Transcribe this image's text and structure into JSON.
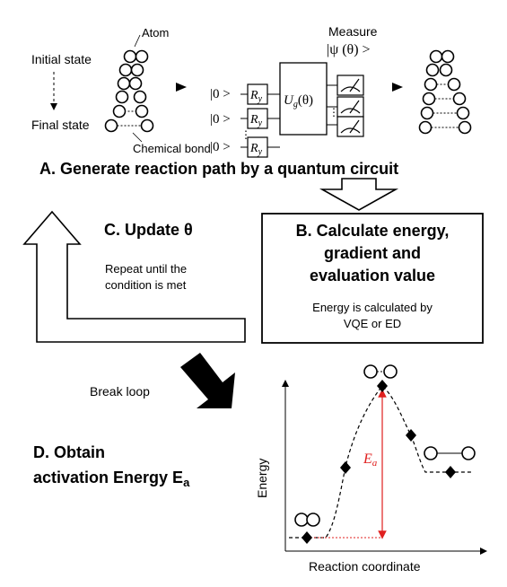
{
  "circuit": {
    "atom_label": "Atom",
    "initial_state_label": "Initial state",
    "final_state_label": "Final state",
    "chemical_bond_label": "Chemical bond",
    "ket_zero": "|0 >",
    "gate_ry": "R",
    "gate_ry_sub": "y",
    "unitary_label": "U",
    "unitary_sub": "g",
    "unitary_arg": "(θ)",
    "measure_label": "Measure",
    "psi_label": "|ψ (θ) >"
  },
  "step_a": {
    "label": "A. Generate reaction path by a quantum circuit"
  },
  "step_b": {
    "title_line1": "B. Calculate energy,",
    "title_line2": "gradient and",
    "title_line3": "evaluation value",
    "note_line1": "Energy is calculated by",
    "note_line2": "VQE or ED"
  },
  "step_c": {
    "title": "C. Update θ",
    "note_line1": "Repeat until the",
    "note_line2": "condition is met"
  },
  "break_loop": {
    "label": "Break loop"
  },
  "step_d": {
    "title_line1": "D. Obtain",
    "title_line2": "activation Energy E",
    "title_sub": "a"
  },
  "energy_plot": {
    "ylabel": "Energy",
    "xlabel": "Reaction coordinate",
    "ea_label": "E",
    "ea_sub": "a",
    "ea_color": "#e0201f"
  }
}
